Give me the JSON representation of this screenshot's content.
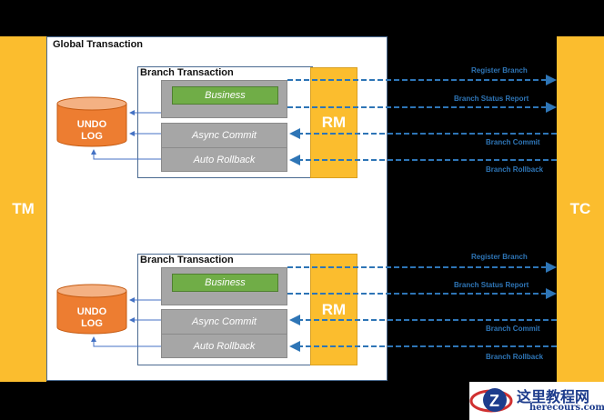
{
  "diagram": {
    "tm_label": "TM",
    "tc_label": "TC",
    "global_title": "Global Transaction",
    "branches": [
      {
        "title": "Branch Transaction",
        "business": "Business",
        "async_commit": "Async Commit",
        "auto_rollback": "Auto Rollback",
        "rm": "RM",
        "undo_line1": "UNDO",
        "undo_line2": "LOG",
        "messages": [
          "Register Branch",
          "Branch Status Report",
          "Branch Commit",
          "Branch Rollback"
        ]
      },
      {
        "title": "Branch Transaction",
        "business": "Business",
        "async_commit": "Async Commit",
        "auto_rollback": "Auto Rollback",
        "rm": "RM",
        "undo_line1": "UNDO",
        "undo_line2": "LOG",
        "messages": [
          "Register Branch",
          "Branch Status Report",
          "Branch Commit",
          "Branch Rollback"
        ]
      }
    ],
    "colors": {
      "yellow": "#FBBD2E",
      "orange": "#ED7D31",
      "green": "#70AD47",
      "gray": "#A6A6A6",
      "blue": "#2E75B6"
    }
  },
  "watermark": {
    "cn": "这里教程网",
    "en": "herecours.com"
  }
}
